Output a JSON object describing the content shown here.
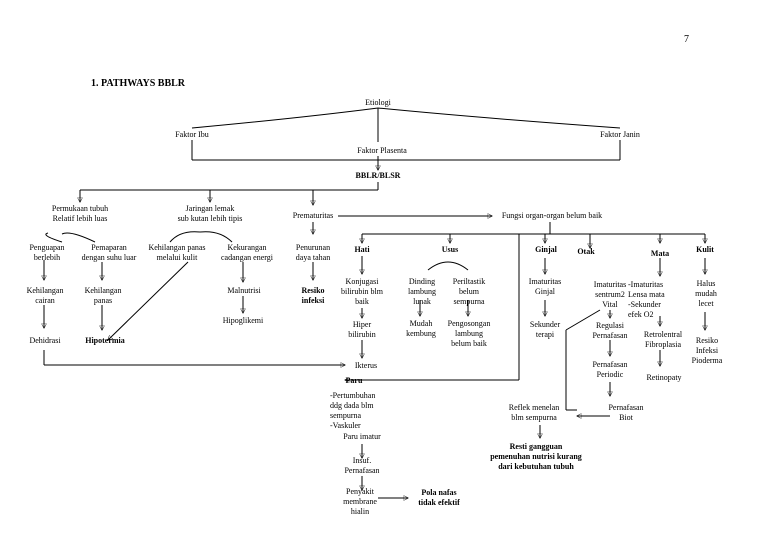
{
  "page_number": "7",
  "heading": "1.   PATHWAYS BBLR",
  "nodes": {
    "etiologi": "Etiologi",
    "faktor_ibu": "Faktor Ibu",
    "faktor_janin": "Faktor Janin",
    "faktor_plasenta": "Faktor  Plasenta",
    "bblr": "BBLR/BLSR",
    "permukaan": "Permukaan tubuh\nRelatif lebih luas",
    "jaringan": "Jaringan lemak\nsub kutan lebih tipis",
    "prematuritas": "Prematuritas",
    "fungsi": "Fungsi organ-organ belum baik",
    "penguapan": "Penguapan\nberlebih",
    "pemaparan": "Pemaparan\ndengan suhu luar",
    "kehilangan_panas_kulit": "Kehilangan panas\nmelalui kulit",
    "kekurangan": "Kekurangan\ncadangan energi",
    "penurunan": "Penurunan\ndaya tahan",
    "kehilangan_cairan": "Kehilangan\ncairan",
    "kehilangan_panas": "Kehilangan\npanas",
    "malnutrisi": "Malnutrisi",
    "resiko_infeksi": "Resiko\ninfeksi",
    "hipoglikemi": "Hipoglikemi",
    "dehidrasi": "Dehidrasi",
    "hipotermia": "Hipotermia",
    "hati": "Hati",
    "konjugasi": "Konjugasi\nbilirubin blm\nbaik",
    "hiper_bilirubin": "Hiper\nbilirubin",
    "ikterus": "Ikterus",
    "usus": "Usus",
    "dinding": "Dinding\nlambung\nlunak",
    "mudah_kembung": "Mudah\nkembung",
    "periltastik": "Periltastik\nbelum\nsempurna",
    "pengosongan": "Pengosongan\nlambung\nbelum baik",
    "ginjal": "Ginjal",
    "imaturitas_ginjal": "Imaturitas\nGinjal",
    "sekunder_terapi": "Sekunder\nterapi",
    "otak": "Otak",
    "imaturitas_sentrum": "Imaturitas\nsentrum2\nVital",
    "regulasi": "Regulasi\nPernafasan",
    "periodic": "Pernafasan\nPeriodic",
    "biot": "Pernafasan\nBiot",
    "reflek": "Reflek menelan\nblm sempurna",
    "resti": "Resti gangguan\npemenuhan nutrisi kurang\ndari kebutuhan tubuh",
    "mata": "Mata",
    "imaturitas_lensa": "-Imaturitas\nLensa mata\n-Sekunder\nefek O2",
    "retrolental": "Retrolentral\nFibroplasia",
    "retinopaty": "Retinopaty",
    "kulit": "Kulit",
    "halus": "Halus\nmudah\nlecet",
    "resiko_infeksi_pioderma": "Resiko\nInfeksi\nPioderma",
    "paru": "Paru",
    "pertumbuhan": "-Pertumbuhan\nddg dada blm\nsempurna\n-Vaskuler",
    "paru_imatur": "Paru imatur",
    "insuf": "Insuf.\nPernafasan",
    "penyakit": "Penyakit\nmembrane\nhialin",
    "pola_nafas": "Pola nafas\ntidak efektif"
  }
}
